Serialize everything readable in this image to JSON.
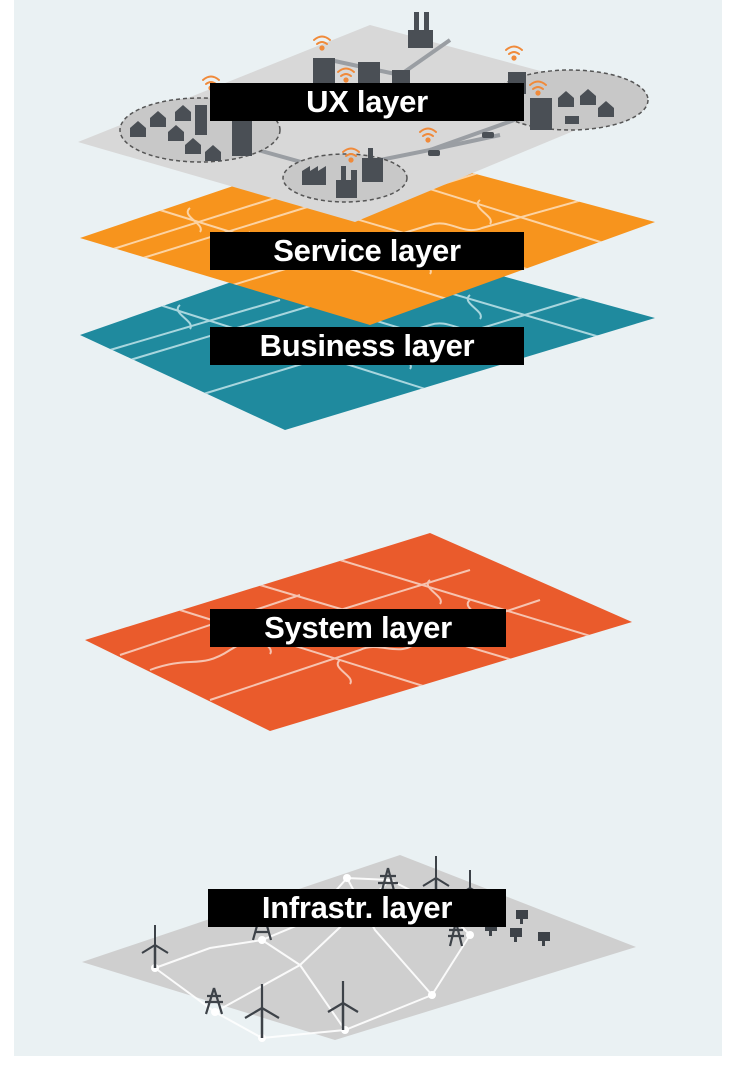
{
  "layers": {
    "ux": {
      "label": "UX layer",
      "color": "#d8d8d8"
    },
    "service": {
      "label": "Service layer",
      "color": "#f7941d"
    },
    "business": {
      "label": "Business layer",
      "color": "#1f8a9e"
    },
    "system": {
      "label": "System layer",
      "color": "#ea5b2c"
    },
    "infrastructure": {
      "label": "Infrastr. layer",
      "color": "#cfcfcf"
    }
  },
  "colors": {
    "background": "#eaf1f3",
    "label_background": "#000000",
    "label_text": "#ffffff",
    "icon_dark": "#4a4f55",
    "wifi_accent": "#f08a3a"
  },
  "icons": [
    "factory-icon",
    "house-icon",
    "office-building-icon",
    "wifi-icon",
    "car-icon",
    "wind-turbine-icon",
    "power-pylon-icon",
    "solar-panel-icon"
  ]
}
